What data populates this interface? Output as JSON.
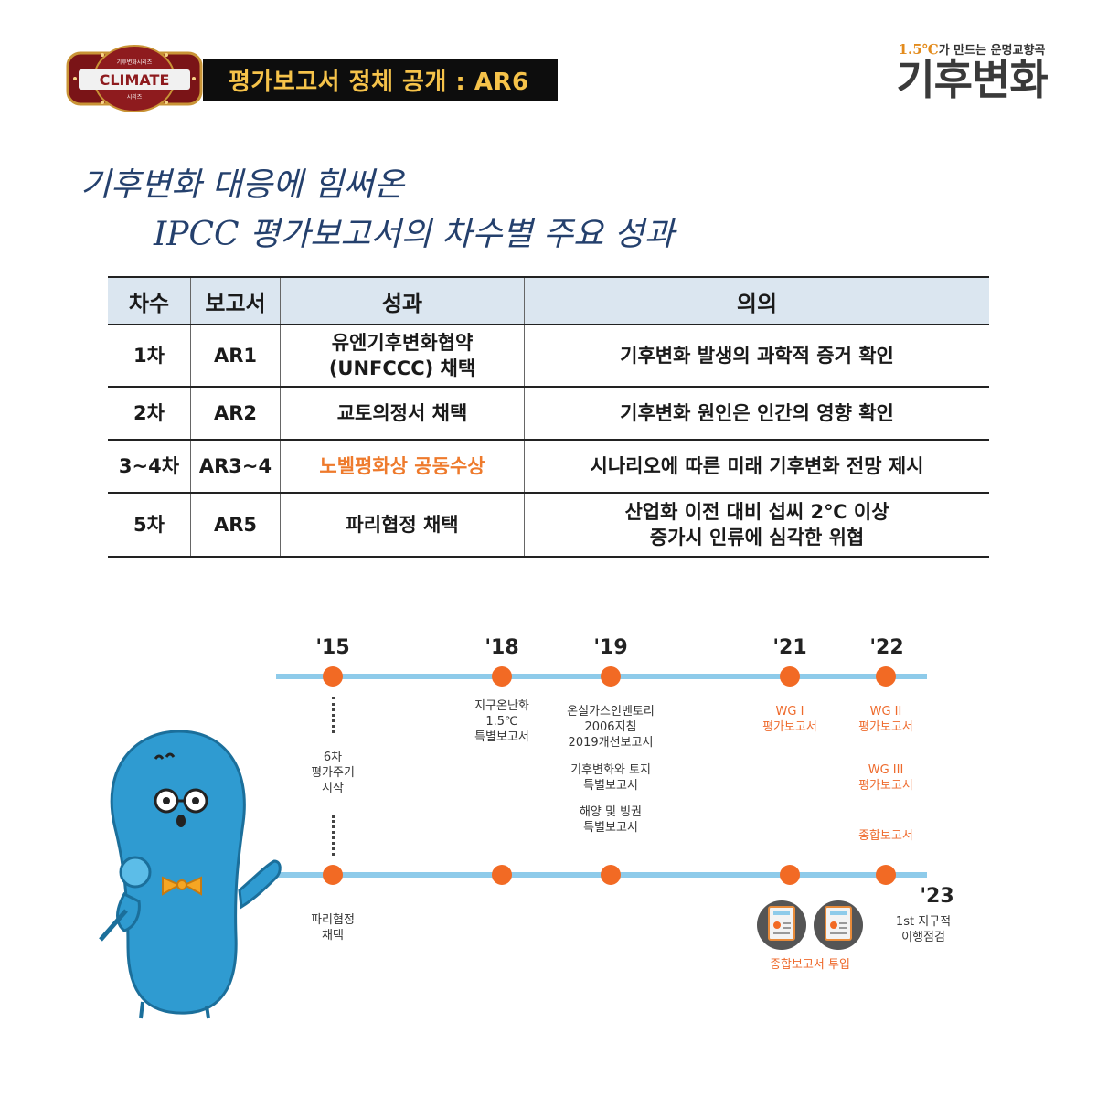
{
  "header": {
    "badge_text": "CLIMATE",
    "badge_top": "기후변화시리즈",
    "badge_bottom": "시리즈",
    "banner": "평가보고서 정체 공개 : AR6",
    "brand_tag_num": "1.5℃",
    "brand_tag": "가 만드는 운명교향곡",
    "brand_name": "기후변화"
  },
  "title": {
    "line1": "기후변화 대응에 힘써온",
    "line2": "IPCC 평가보고서의 차수별 주요 성과"
  },
  "table": {
    "headers": [
      "차수",
      "보고서",
      "성과",
      "의의"
    ],
    "rows": [
      {
        "order": "1차",
        "report": "AR1",
        "result1": "유엔기후변화협약",
        "result2": "(UNFCCC) 채택",
        "meaning1": "기후변화 발생의 과학적 증거 확인",
        "meaning2": ""
      },
      {
        "order": "2차",
        "report": "AR2",
        "result1": "교토의정서 채택",
        "result2": "",
        "meaning1": "기후변화 원인은 인간의 영향 확인",
        "meaning2": ""
      },
      {
        "order": "3~4차",
        "report": "AR3~4",
        "result1": "노벨평화상 공동수상",
        "result2": "",
        "meaning1": "시나리오에 따른 미래 기후변화 전망 제시",
        "meaning2": ""
      },
      {
        "order": "5차",
        "report": "AR5",
        "result1": "파리협정 채택",
        "result2": "",
        "meaning1": "산업화 이전 대비 섭씨 2℃ 이상",
        "meaning2": "증가시 인류에 심각한 위협"
      }
    ]
  },
  "timeline": {
    "years": [
      "'15",
      "'18",
      "'19",
      "'21",
      "'22",
      "'23"
    ],
    "y15_top": [
      "6차",
      "평가주기",
      "시작"
    ],
    "y15_bottom": [
      "파리협정",
      "채택"
    ],
    "y18": [
      "지구온난화",
      "1.5℃",
      "특별보고서"
    ],
    "y19_a": [
      "온실가스인벤토리",
      "2006지침",
      "2019개선보고서"
    ],
    "y19_b": [
      "기후변화와 토지",
      "특별보고서"
    ],
    "y19_c": [
      "해양 및 빙권",
      "특별보고서"
    ],
    "y21": [
      "WG I",
      "평가보고서"
    ],
    "y22_a": [
      "WG II",
      "평가보고서"
    ],
    "y22_b": [
      "WG III",
      "평가보고서"
    ],
    "y22_c": "종합보고서",
    "y23": [
      "1st 지구적",
      "이행점검"
    ],
    "synthesis_input": "종합보고서 투입"
  },
  "colors": {
    "accent": "#f26a24",
    "line": "#8ecbea",
    "navy": "#24406d",
    "mascot": "#2f9bd1"
  }
}
